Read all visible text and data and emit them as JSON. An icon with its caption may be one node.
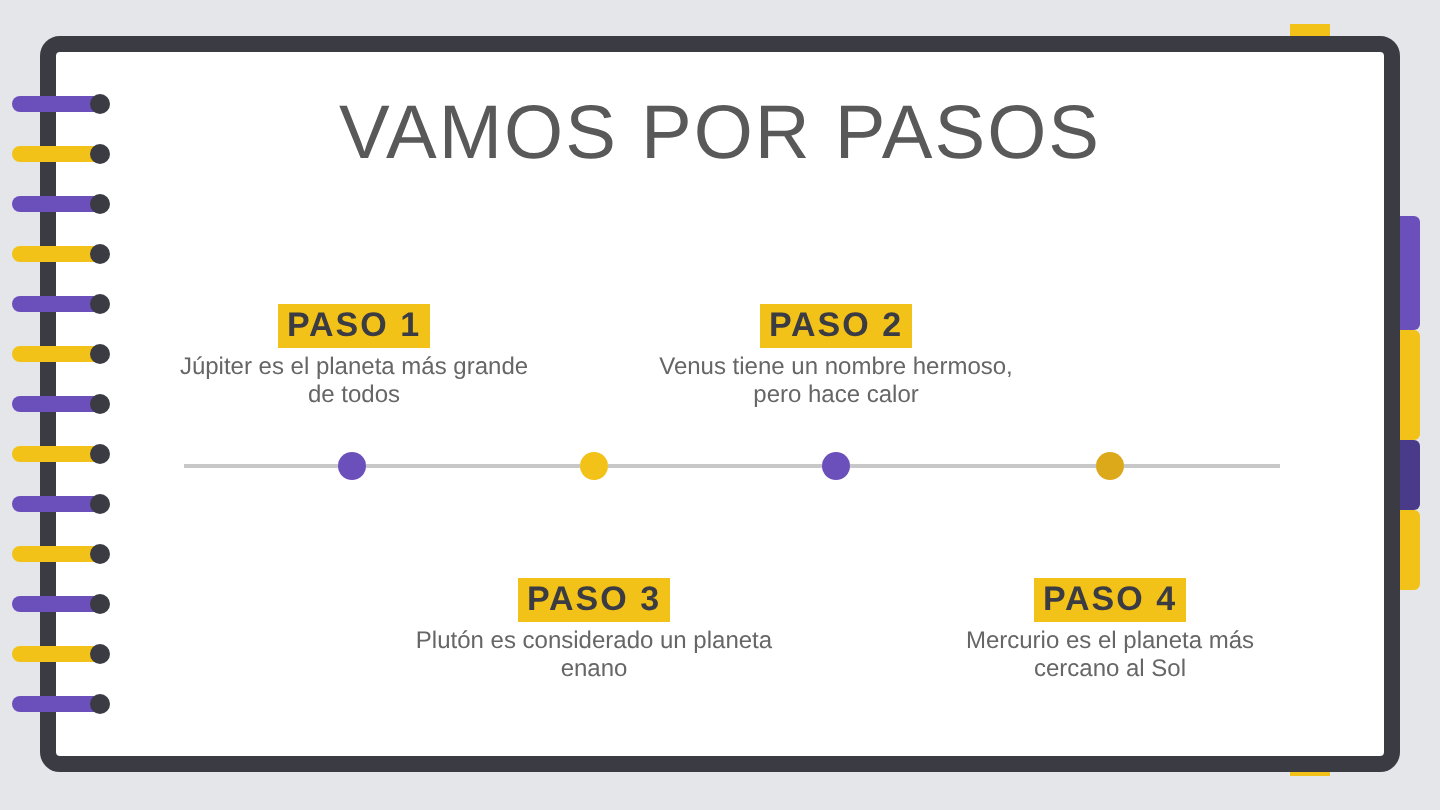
{
  "diagram": {
    "title": "VAMOS POR PASOS",
    "nodes": [
      {
        "text": [
          "PASO 1",
          "Júpiter es el planeta más grande de todos"
        ]
      },
      {
        "text": [
          "PASO 2",
          "Venus tiene un nombre hermoso, pero hace calor"
        ]
      },
      {
        "text": [],
        "shape": "circle"
      },
      {
        "text": [],
        "shape": "circle"
      },
      {
        "text": [],
        "shape": "circle"
      },
      {
        "text": [],
        "shape": "circle"
      },
      {
        "text": [
          "PASO 3",
          "Plutón es considerado un planeta enano"
        ]
      },
      {
        "text": [
          "PASO 4",
          "Mercurio es el planeta más cercano al Sol"
        ]
      }
    ],
    "edges": [
      {
        "from": null,
        "to": 2,
        "arrow": "none"
      },
      {
        "from": 2,
        "to": 3,
        "arrow": "none"
      },
      {
        "from": 3,
        "to": 4,
        "arrow": "none"
      },
      {
        "from": 4,
        "to": 5,
        "arrow": "none"
      },
      {
        "from": 5,
        "to": null,
        "arrow": "none"
      }
    ]
  }
}
